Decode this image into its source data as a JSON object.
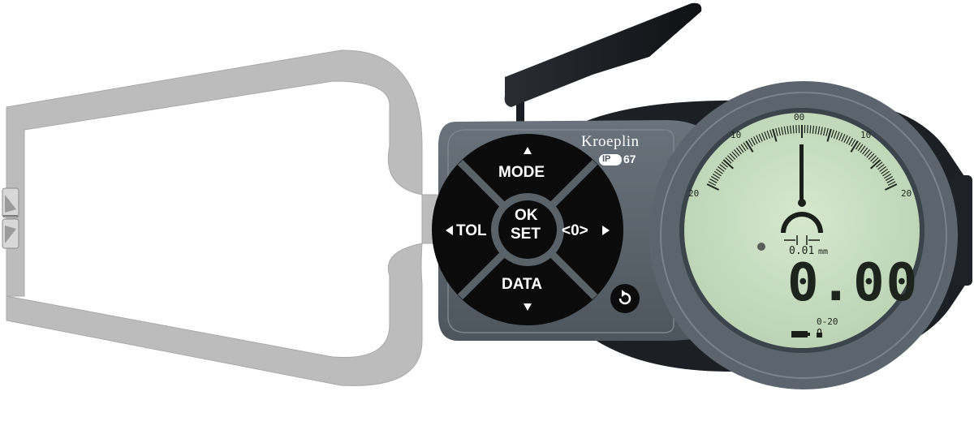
{
  "brand": {
    "name": "Kroeplin",
    "ip_rating_prefix": "IP",
    "ip_rating_number": "67"
  },
  "keypad": {
    "mode_label": "MODE",
    "tol_label": "TOL",
    "zero_label": "<0>",
    "data_label": "DATA",
    "ok_label": "OK",
    "set_label": "SET"
  },
  "display": {
    "scale_top_label": "00",
    "scale_left_upper": "10",
    "scale_right_upper": "10",
    "scale_left_lower": "20",
    "scale_right_lower": "20",
    "resolution": "0.01",
    "unit": "mm",
    "reading": "0.00",
    "range": "0-20"
  },
  "colors": {
    "body": "#565f67",
    "body_dark": "#2f363d",
    "lcd": "#c7ddbf",
    "keypad": "#0b0b0c",
    "frame": "#bdbdbd"
  }
}
